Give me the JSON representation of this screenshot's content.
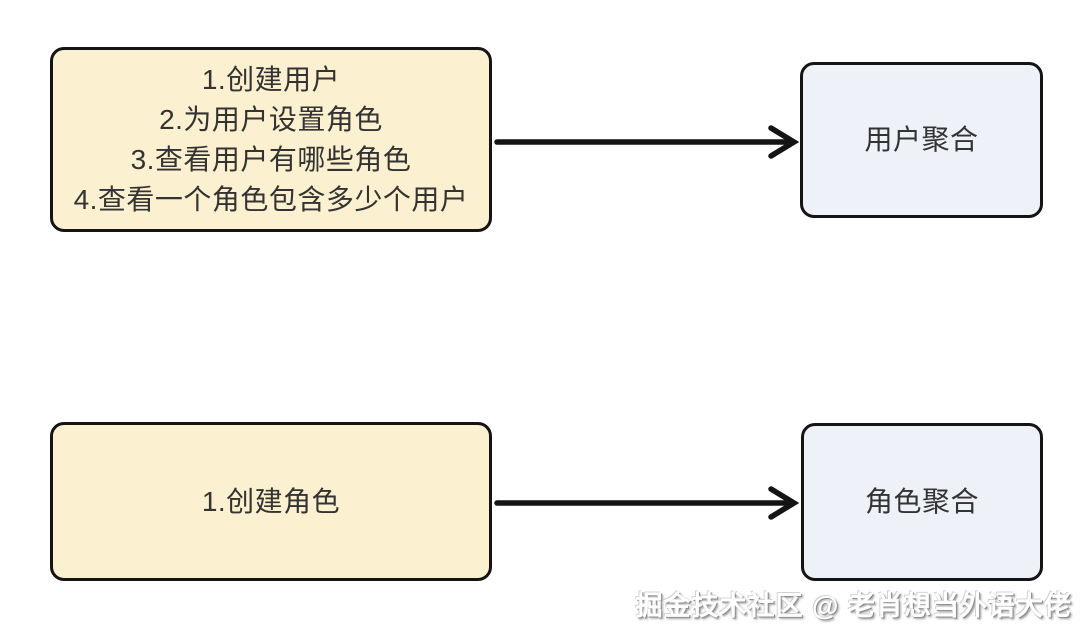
{
  "colors": {
    "border": "#141414",
    "arrow": "#141414",
    "source_fill": "#fbf0cf",
    "target_fill": "#eef1f8",
    "text": "#333333",
    "watermark_text": "#ffffff",
    "watermark_shadow": "#8f8f8f",
    "page_bg": "#ffffff"
  },
  "flows": [
    {
      "source_lines": [
        "1.创建用户",
        "2.为用户设置角色",
        "3.查看用户有哪些角色",
        "4.查看一个角色包含多少个用户"
      ],
      "target_label": "用户聚合"
    },
    {
      "source_lines": [
        "1.创建角色"
      ],
      "target_label": "角色聚合"
    }
  ],
  "watermark": "掘金技术社区 @ 老肖想当外语大佬"
}
